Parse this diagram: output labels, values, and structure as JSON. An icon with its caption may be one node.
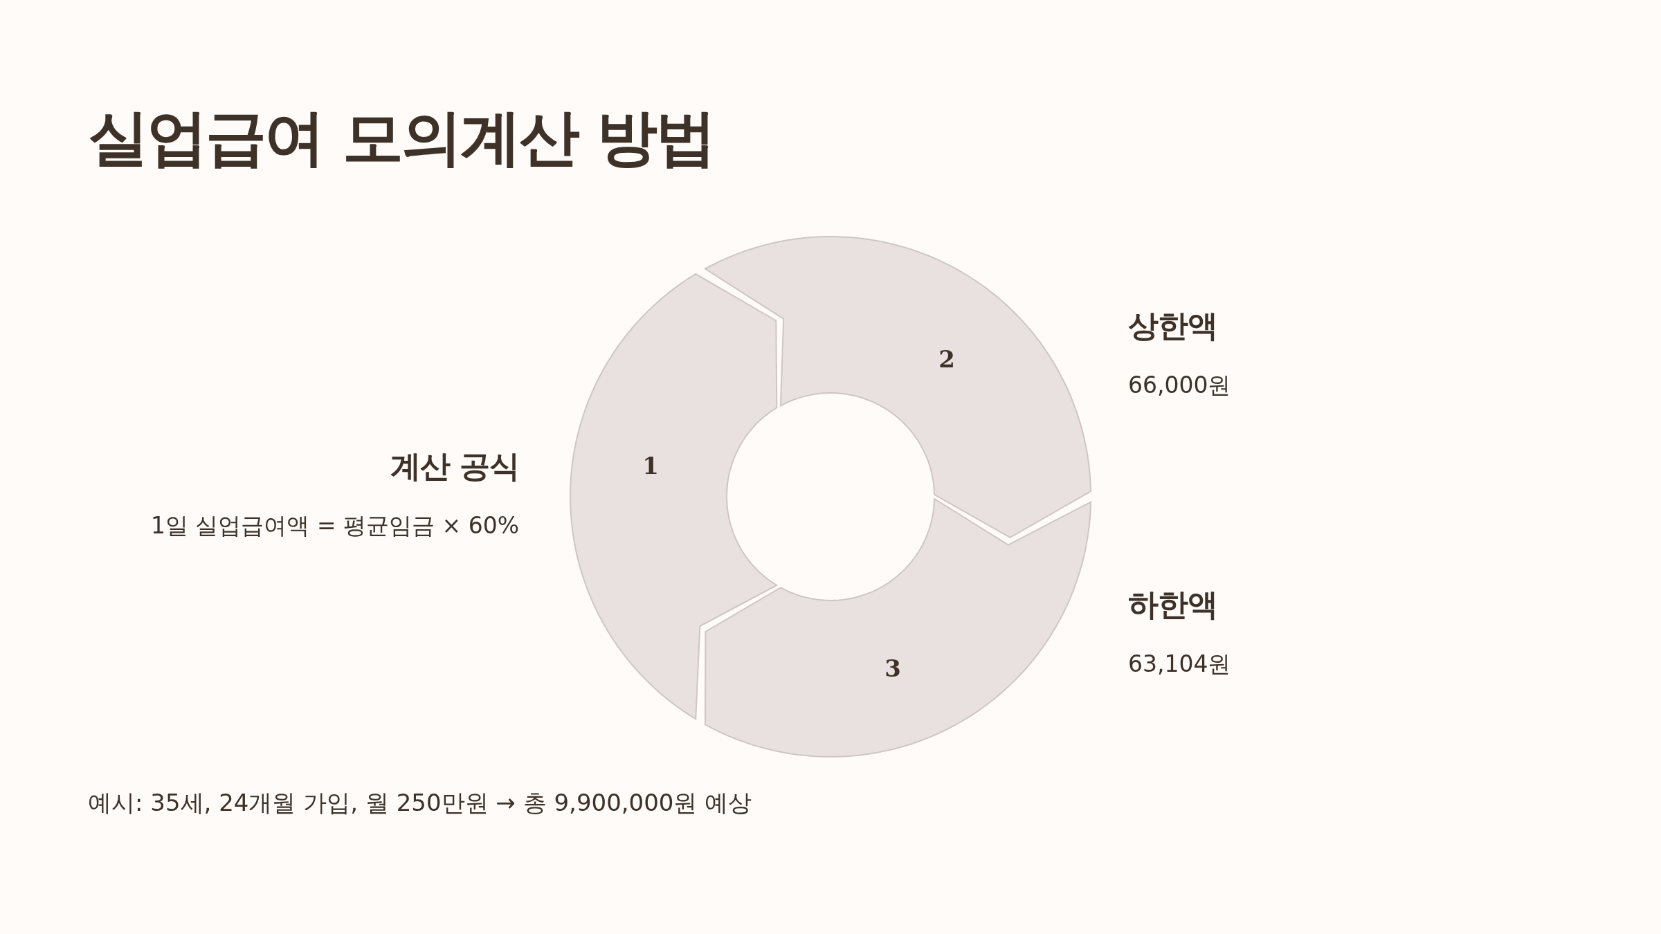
{
  "diagram": {
    "title": "실업급여 모의계산 방법",
    "nodes": [
      {
        "text": [
          "1"
        ],
        "beside": [
          "계산 공식",
          "1일 실업급여액 = 평균임금 × 60%"
        ]
      },
      {
        "text": [
          "2"
        ],
        "beside": [
          "상한액",
          "66,000원"
        ]
      },
      {
        "text": [
          "3"
        ],
        "beside": [
          "하한액",
          "63,104원"
        ]
      }
    ],
    "labels": [
      "예시: 35세, 24개월 가입, 월 250만원 → 총 9,900,000원 예상"
    ]
  }
}
